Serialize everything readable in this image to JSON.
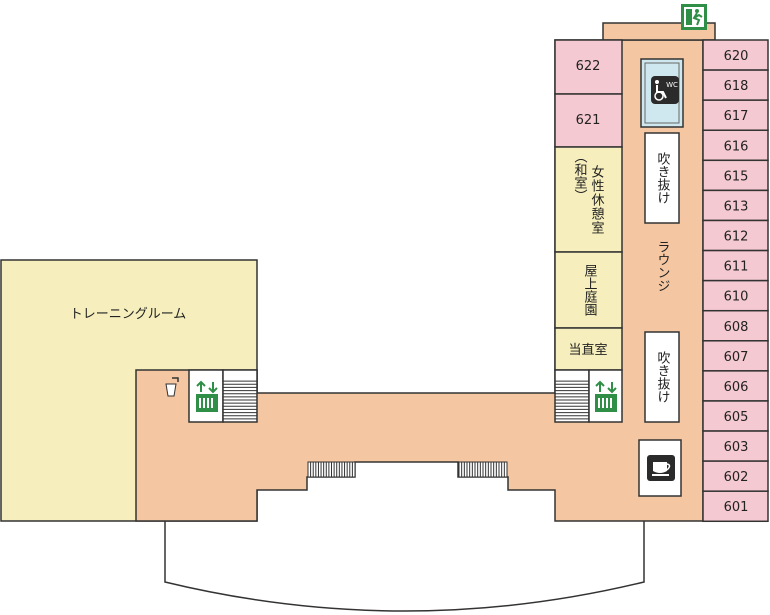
{
  "colors": {
    "corridor": "#f4c6a2",
    "meeting_room": "#f5c9d1",
    "yellow_room": "#f6efbd",
    "outline": "#333333",
    "green_sign": "#2f8f46",
    "toilet_bg": "#cfe8f0"
  },
  "rooms_east": [
    "620",
    "618",
    "617",
    "616",
    "615",
    "613",
    "612",
    "611",
    "610",
    "608",
    "607",
    "606",
    "605",
    "603",
    "602",
    "601"
  ],
  "rooms_west": [
    "622",
    "621"
  ],
  "labels": {
    "training_room": "トレーニングルーム",
    "female_rest": "女性休憩室",
    "female_rest_sub": "（和室）",
    "rooftop_garden": "屋上庭園",
    "duty_room": "当直室",
    "lounge": "ラウンジ",
    "atrium_1": "吹き抜け",
    "atrium_2": "吹き抜け",
    "toilet_mark": "WC"
  },
  "icons": [
    "emergency-exit-icon",
    "accessible-toilet-icon",
    "elevator-icon",
    "coffee-cup-icon",
    "drinking-fountain-icon"
  ]
}
